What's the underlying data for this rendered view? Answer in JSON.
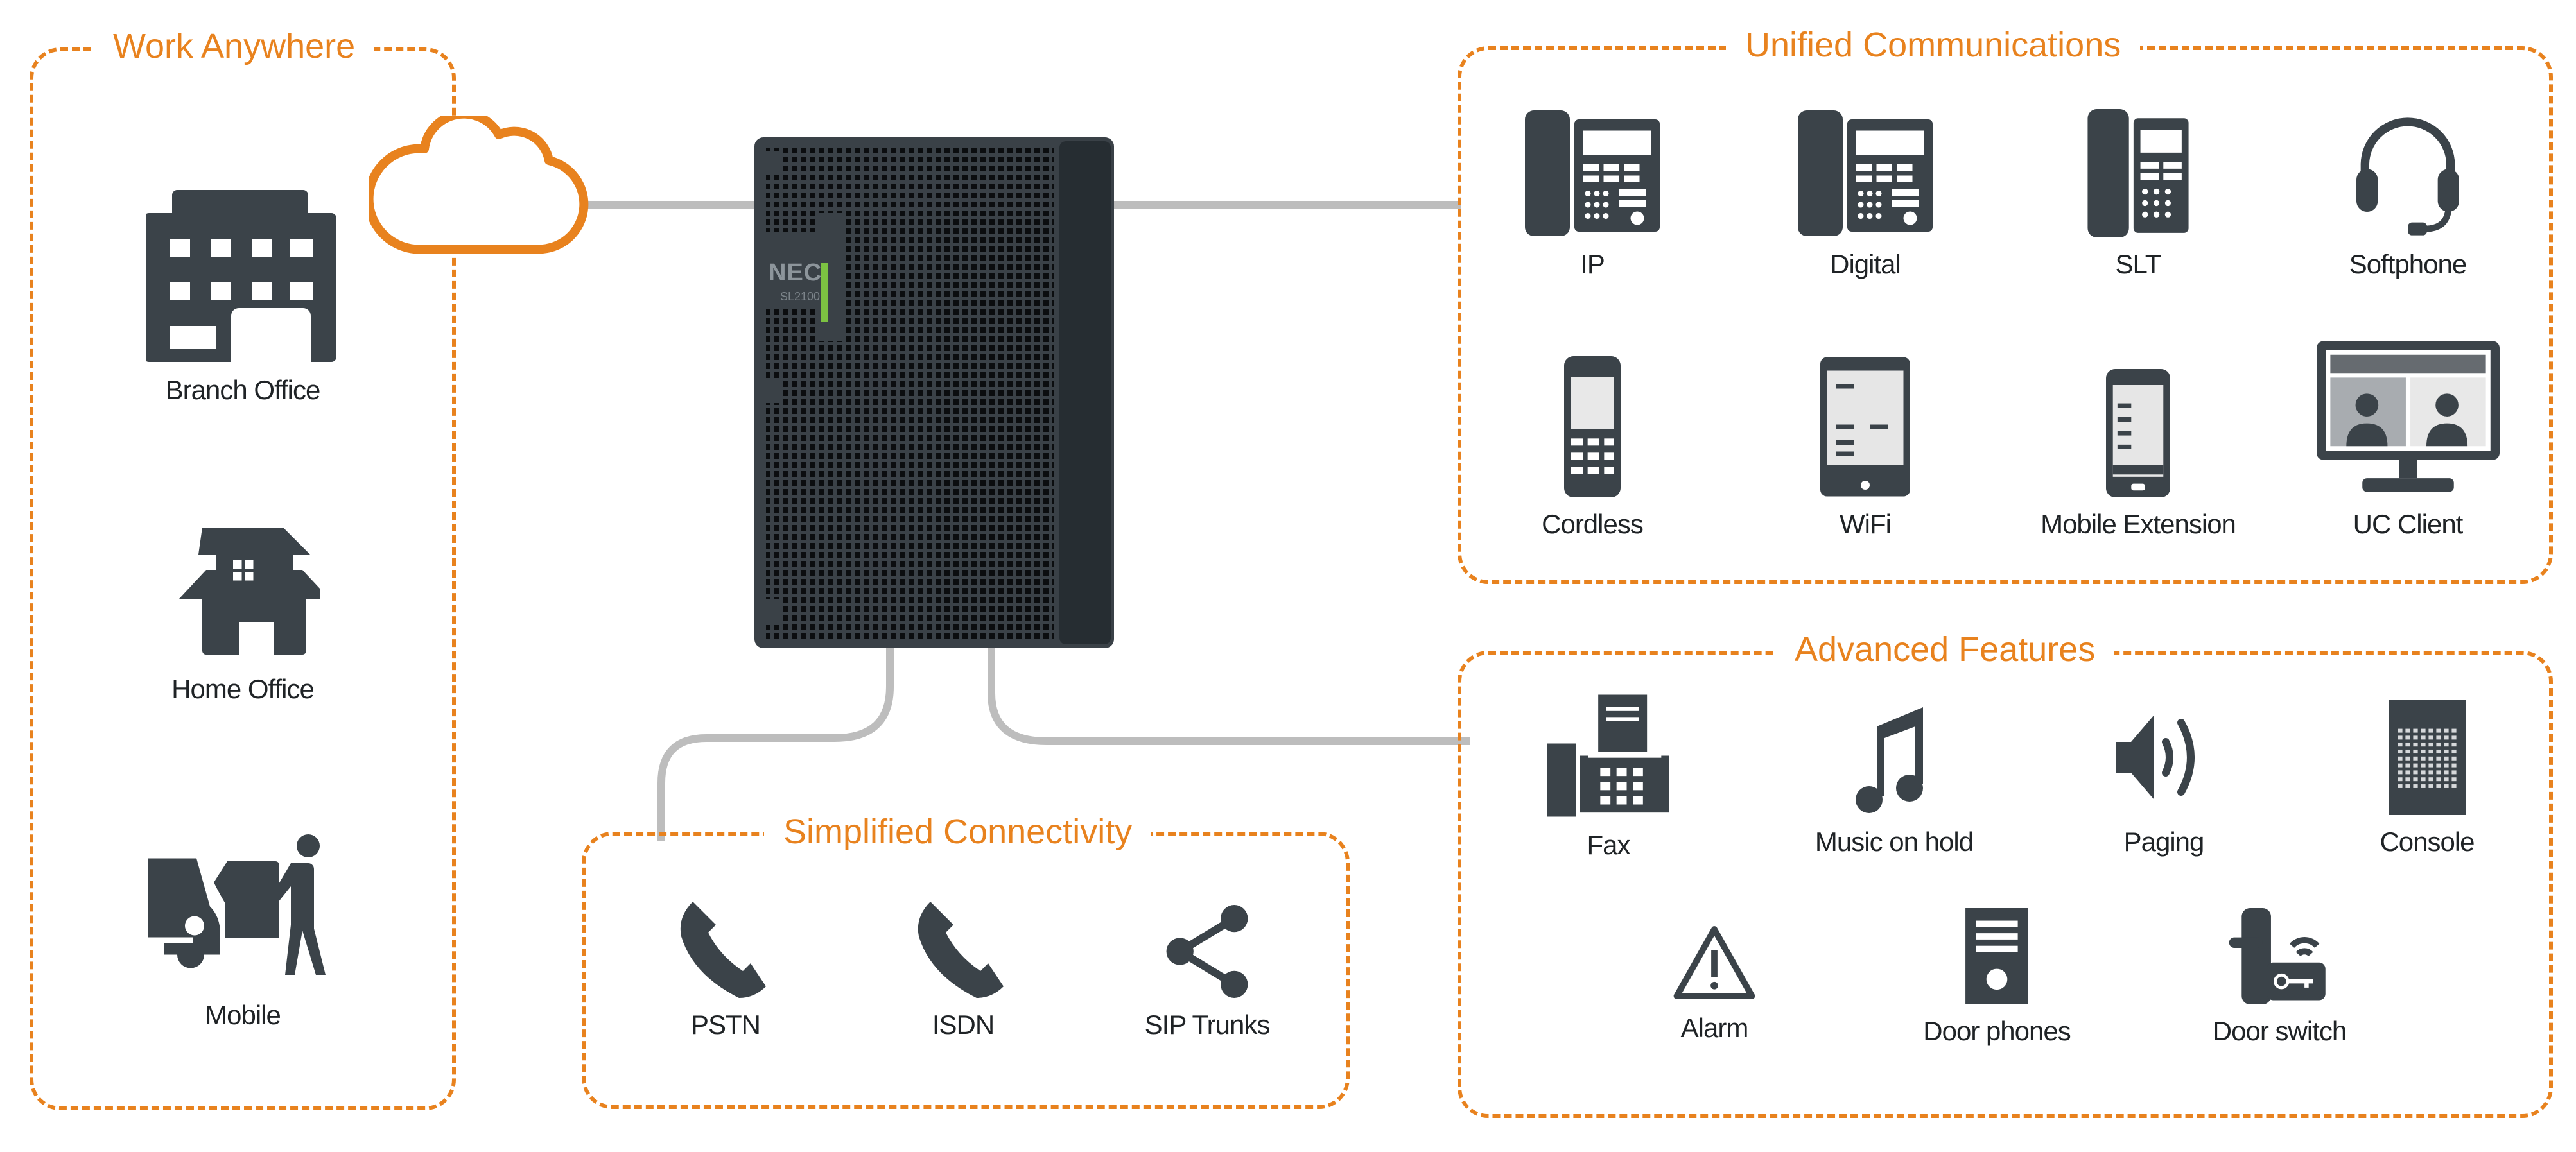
{
  "colors": {
    "accent": "#E8821E",
    "icon": "#3B4349",
    "wire": "#BDBDBD",
    "led": "#7CC242"
  },
  "device": {
    "brand": "NEC",
    "model": "SL2100",
    "icon": "pbx-server-icon"
  },
  "cloud": {
    "icon": "cloud-icon"
  },
  "work_anywhere": {
    "title": "Work Anywhere",
    "items": [
      {
        "label": "Branch Office",
        "icon": "office-building-icon"
      },
      {
        "label": "Home Office",
        "icon": "house-icon"
      },
      {
        "label": "Mobile",
        "icon": "person-car-icon"
      }
    ]
  },
  "unified_communications": {
    "title": "Unified Communications",
    "items": [
      {
        "label": "IP",
        "icon": "desk-phone-icon"
      },
      {
        "label": "Digital",
        "icon": "desk-phone-icon"
      },
      {
        "label": "SLT",
        "icon": "single-line-phone-icon"
      },
      {
        "label": "Softphone",
        "icon": "headset-icon"
      },
      {
        "label": "Cordless",
        "icon": "cordless-handset-icon"
      },
      {
        "label": "WiFi",
        "icon": "tablet-icon"
      },
      {
        "label": "Mobile Extension",
        "icon": "smartphone-icon"
      },
      {
        "label": "UC Client",
        "icon": "monitor-video-call-icon"
      }
    ]
  },
  "advanced_features": {
    "title": "Advanced Features",
    "items": [
      {
        "label": "Fax",
        "icon": "fax-icon"
      },
      {
        "label": "Music on hold",
        "icon": "music-note-icon"
      },
      {
        "label": "Paging",
        "icon": "speaker-icon"
      },
      {
        "label": "Console",
        "icon": "console-icon"
      },
      {
        "label": "Alarm",
        "icon": "warning-icon"
      },
      {
        "label": "Door phones",
        "icon": "door-phone-icon"
      },
      {
        "label": "Door switch",
        "icon": "door-lock-icon"
      }
    ]
  },
  "simplified_connectivity": {
    "title": "Simplified Connectivity",
    "items": [
      {
        "label": "PSTN",
        "icon": "phone-handset-icon"
      },
      {
        "label": "ISDN",
        "icon": "phone-handset-icon"
      },
      {
        "label": "SIP Trunks",
        "icon": "share-nodes-icon"
      }
    ]
  }
}
